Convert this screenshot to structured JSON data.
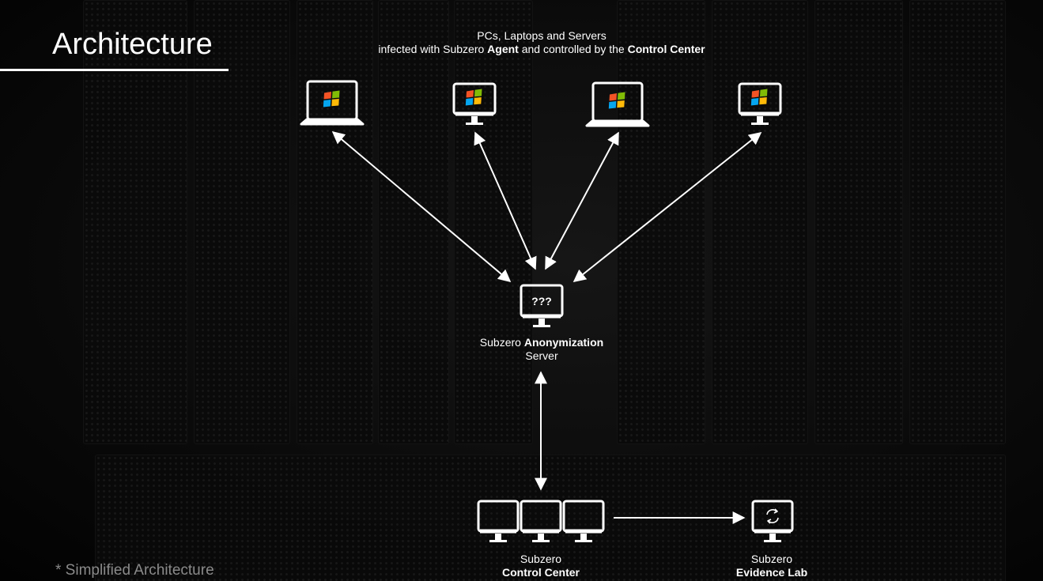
{
  "slide": {
    "title": "Architecture",
    "footnote": "* Simplified Architecture"
  },
  "top_caption": {
    "line1": "PCs, Laptops and Servers",
    "line2_pre": "infected with Subzero ",
    "line2_bold1": "Agent",
    "line2_mid": " and controlled by the ",
    "line2_bold2": "Control Center"
  },
  "endpoints": [
    {
      "kind": "laptop",
      "os_icon": "windows-logo-icon"
    },
    {
      "kind": "monitor",
      "os_icon": "windows-logo-icon"
    },
    {
      "kind": "laptop",
      "os_icon": "windows-logo-icon"
    },
    {
      "kind": "monitor",
      "os_icon": "windows-logo-icon"
    }
  ],
  "anonymization_server": {
    "screen_text": "???",
    "label_pre": "Subzero ",
    "label_bold": "Anonymization",
    "label_line2": "Server"
  },
  "control_center": {
    "label_line1": "Subzero",
    "label_bold": "Control Center"
  },
  "evidence_lab": {
    "label_line1": "Subzero",
    "label_bold": "Evidence Lab",
    "screen_icon": "refresh-icon"
  },
  "colors": {
    "background": "#000000",
    "foreground": "#ffffff",
    "footnote": "#8a8a8a",
    "windows_logo": [
      "#f35325",
      "#81bc06",
      "#05a6f0",
      "#ffba08"
    ]
  }
}
